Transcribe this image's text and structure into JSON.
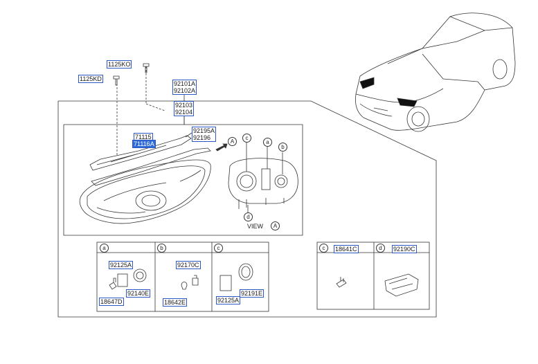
{
  "callouts": {
    "c1125ko": "1125KO",
    "c1125kd": "1125KD",
    "c92101a": "92101A",
    "c92102a": "92102A",
    "c92103": "92103",
    "c92104": "92104",
    "c71115": "71115",
    "c71116a": "71116A",
    "c92195a": "92195A",
    "c92196": "92196"
  },
  "view": {
    "letter": "A",
    "label": "VIEW"
  },
  "markers": {
    "a": "a",
    "b": "b",
    "c": "c",
    "d": "d"
  },
  "boxes": {
    "a": {
      "letter": "a",
      "p1": "92125A",
      "p2": "92140E",
      "p3": "18647D"
    },
    "b": {
      "letter": "b",
      "p1": "92170C",
      "p2": "18642E"
    },
    "c": {
      "letter": "c",
      "p1": "92191E",
      "p2": "92125A"
    },
    "c2": {
      "letter": "c",
      "p1": "18641C"
    },
    "d": {
      "letter": "d",
      "p1": "92190C"
    }
  },
  "colors": {
    "callout_border": "#2a56c6",
    "highlight": "#2f6bd8",
    "line": "#333333"
  }
}
